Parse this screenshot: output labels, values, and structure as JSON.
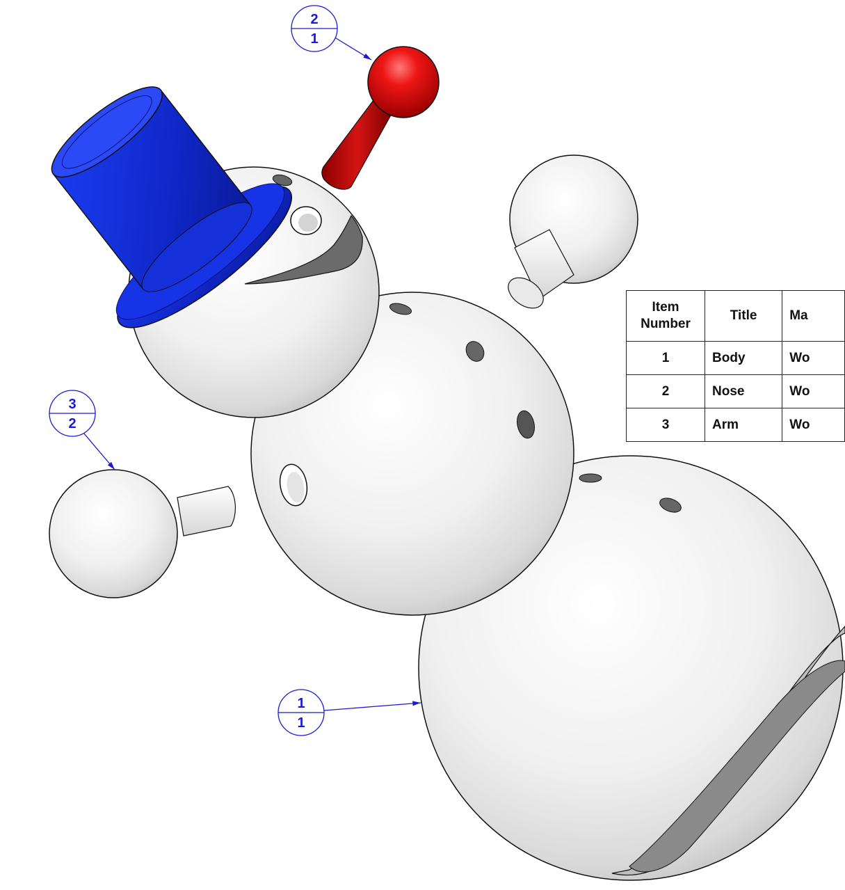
{
  "balloons": [
    {
      "item": "2",
      "qty": "1"
    },
    {
      "item": "3",
      "qty": "2"
    },
    {
      "item": "1",
      "qty": "1"
    }
  ],
  "bom": {
    "headers": {
      "item": "Item Number",
      "title": "Title",
      "material": "Ma"
    },
    "rows": [
      {
        "item": "1",
        "title": "Body",
        "material": "Wo"
      },
      {
        "item": "2",
        "title": "Nose",
        "material": "Wo"
      },
      {
        "item": "3",
        "title": "Arm",
        "material": "Wo"
      }
    ]
  },
  "colors": {
    "hat": "#1530d8",
    "nose": "#d01010",
    "body": "#f2f2f2",
    "leader": "#1a1ad6"
  }
}
